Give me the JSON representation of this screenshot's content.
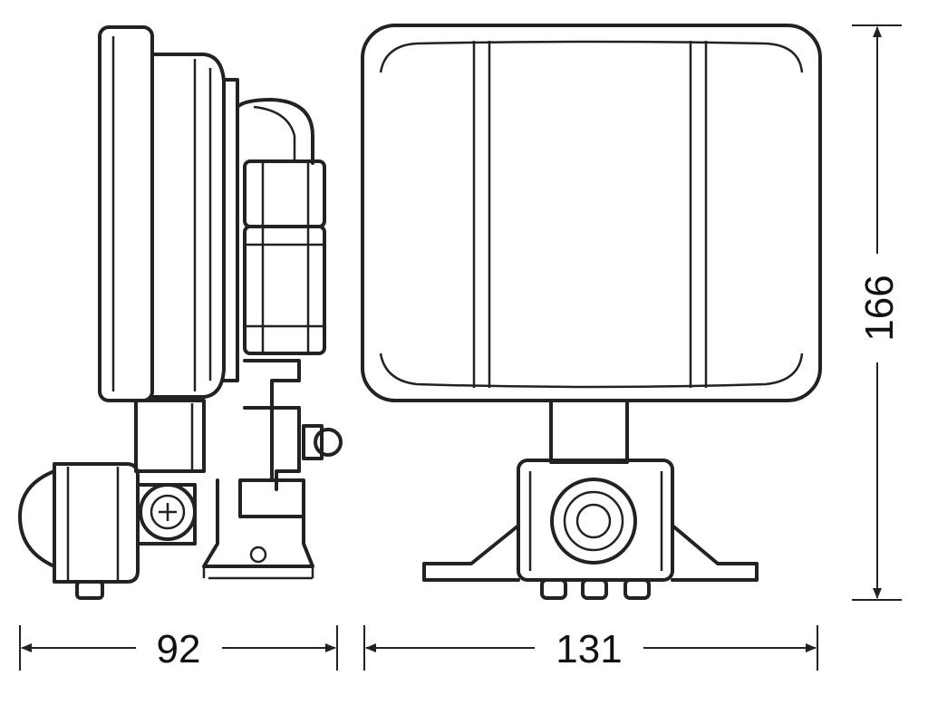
{
  "drawing": {
    "dimensions": {
      "side_depth": "92",
      "front_width": "131",
      "height": "166"
    }
  }
}
